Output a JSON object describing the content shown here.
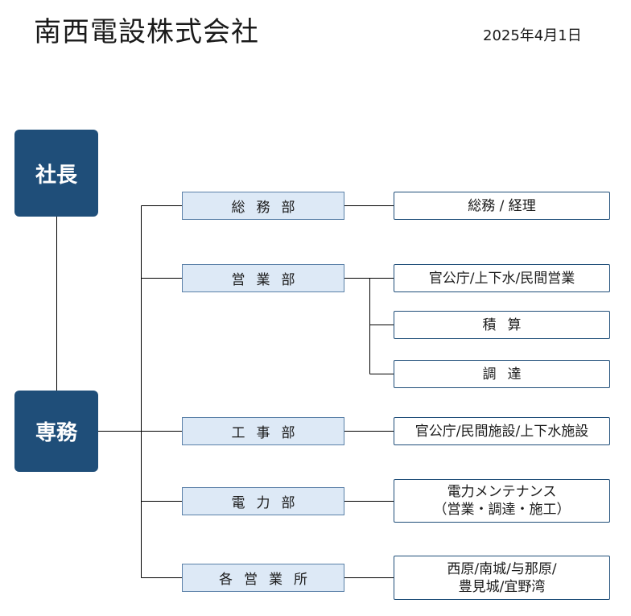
{
  "header": {
    "company": "南西電設株式会社",
    "date": "2025年4月1日"
  },
  "executives": {
    "president": "社長",
    "director": "専務"
  },
  "departments": {
    "general": {
      "label": "総務部",
      "sections": [
        "総務 / 経理"
      ]
    },
    "sales": {
      "label": "営業部",
      "sections": [
        "官公庁/上下水/民間営業",
        "積算",
        "調達"
      ]
    },
    "construction": {
      "label": "工事部",
      "sections": [
        "官公庁/民間施設/上下水施設"
      ]
    },
    "power": {
      "label": "電力部",
      "sections": [
        {
          "line1": "電力メンテナンス",
          "line2": "（営業・調達・施工）"
        }
      ]
    },
    "offices": {
      "label": "各営業所",
      "sections": [
        {
          "line1": "西原/南城/与那原/",
          "line2": "豊見城/宜野湾"
        }
      ]
    }
  },
  "colors": {
    "executive_fill": "#1f4e79",
    "department_fill": "#dde9f6",
    "department_border": "#5a80a8",
    "section_border": "#1f4e79",
    "connector": "#000000"
  }
}
